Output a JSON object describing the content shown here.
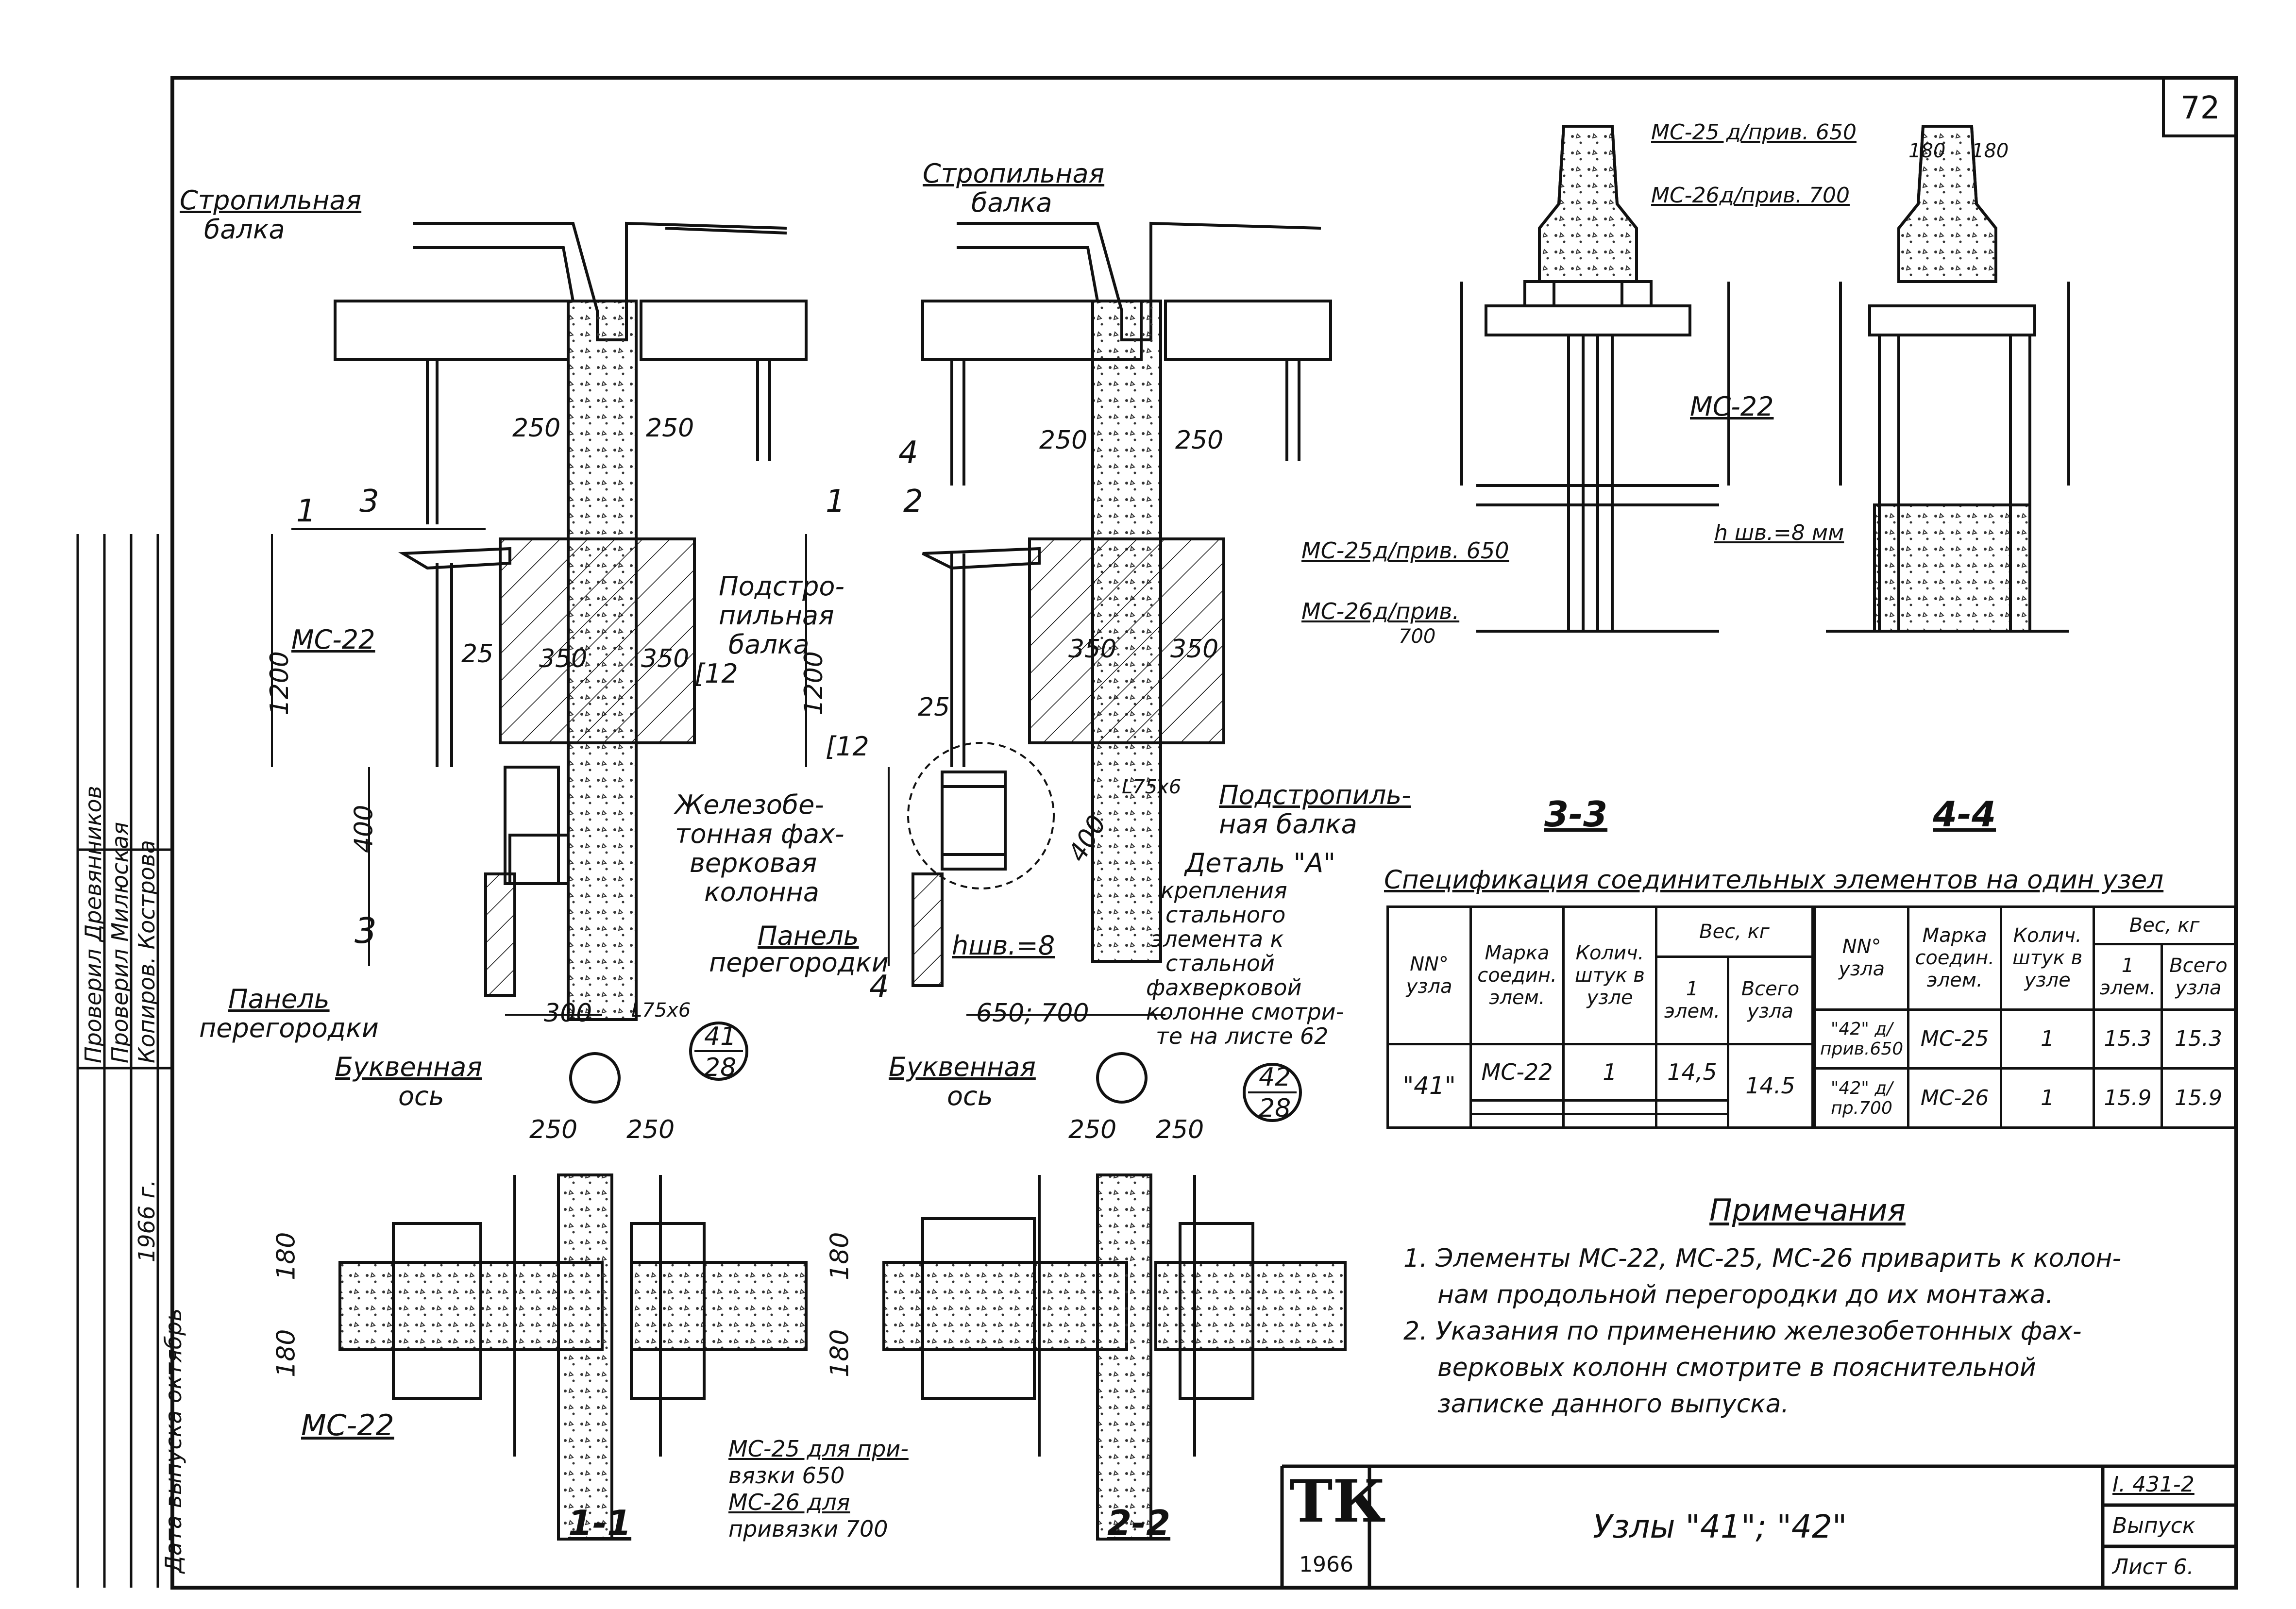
{
  "sheet_number": "72",
  "top_left": {
    "rafter_label_1": "Стропильная",
    "rafter_label_2": "балка",
    "sub_rafter_label_1": "Подстро-",
    "sub_rafter_label_2": "пильная",
    "sub_rafter_label_3": "балка",
    "rc_column_1": "Железобе-",
    "rc_column_2": "тонная фах-",
    "rc_column_3": "верковая",
    "rc_column_4": "колонна",
    "panel_1": "Панель",
    "panel_2": "перегородки",
    "axis_1": "Буквенная",
    "axis_2": "ось",
    "mark_mc22": "МС-22",
    "channel": "[12",
    "angle": "L75х6",
    "dim_250a": "250",
    "dim_250b": "250",
    "dim_350a": "350",
    "dim_350b": "350",
    "dim_25": "25",
    "dim_1200": "1200",
    "dim_400": "400",
    "dim_300": "300",
    "section_3": "3",
    "section_1": "1",
    "node_num": "41",
    "node_sheet": "28"
  },
  "top_mid": {
    "rafter_label_1": "Стропильная",
    "rafter_label_2": "балка",
    "sub_rafter_label_1": "Подстропиль-",
    "sub_rafter_label_2": "ная балка",
    "detail_1": "Деталь \"А\"",
    "detail_2": "крепления",
    "detail_3": "стального",
    "detail_4": "элемента к",
    "detail_5": "стальной",
    "detail_6": "фахверковой",
    "detail_7": "колонне смотри-",
    "detail_8": "те на листе 62",
    "panel_1": "Панель",
    "panel_2": "перегородки",
    "axis_1": "Буквенная",
    "axis_2": "ось",
    "weld": "hшв.=8",
    "channel": "[12",
    "angle": "L75х6",
    "dim_250a": "250",
    "dim_250b": "250",
    "dim_350a": "350",
    "dim_350b": "350",
    "dim_25": "25",
    "dim_1200": "1200",
    "dim_400": "400",
    "dim_650_700": "650; 700",
    "section_1": "1",
    "section_2": "2",
    "section_4": "4",
    "node_num": "42",
    "node_sheet": "28"
  },
  "top_right": {
    "mc25": "МС-25 д/прив. 650",
    "mc26": "МС-26д/прив. 700",
    "mc22": "МС-22",
    "mc25b": "МС-25д/прив. 650",
    "mc26b": "МС-26д/прив.",
    "mc26b_2": "700",
    "weld": "h шв.=8 мм",
    "dim_180a": "180",
    "dim_180b": "180",
    "section_33": "3-3",
    "section_44": "4-4"
  },
  "spec": {
    "title": "Спецификация соединительных элементов на один узел",
    "left_headers": {
      "node": "NN° узла",
      "mark": "Марка соедин. элем.",
      "qty": "Колич. штук в узле",
      "weight": "Вес, кг",
      "one": "1 элем.",
      "total": "Всего узла"
    },
    "left_rows": [
      {
        "node": "\"41\"",
        "mark": "МС-22",
        "qty": "1",
        "one": "14,5",
        "total": "14.5"
      }
    ],
    "right_headers": {
      "node": "NN° узла",
      "mark": "Марка соедин. элем.",
      "qty": "Колич. штук в узле",
      "weight": "Вес, кг",
      "one": "1 элем.",
      "total": "Всего узла"
    },
    "right_rows": [
      {
        "node": "\"42\" д/прив.650",
        "mark": "МС-25",
        "qty": "1",
        "one": "15.3",
        "total": "15.3"
      },
      {
        "node": "\"42\" д/пр.700",
        "mark": "МС-26",
        "qty": "1",
        "one": "15.9",
        "total": "15.9"
      }
    ]
  },
  "notes": {
    "title": "Примечания",
    "line1": "1. Элементы МС-22, МС-25, МС-26 приварить к колон-",
    "line2": "нам продольной перегородки до их монтажа.",
    "line3": "2. Указания по применению железобетонных фах-",
    "line4": "верковых колонн смотрите в пояснительной",
    "line5": "записке данного выпуска."
  },
  "bottom": {
    "mc22": "МС-22",
    "mc25_1": "МС-25 для при-",
    "mc25_2": "вязки 650",
    "mc26_1": "МС-26 для",
    "mc26_2": "привязки 700",
    "section_11": "1-1",
    "section_22": "2-2",
    "dim_250a": "250",
    "dim_250b": "250",
    "dim_250c": "250",
    "dim_250d": "250",
    "dim_180a": "180",
    "dim_180b": "180",
    "dim_180c": "180",
    "dim_180d": "180"
  },
  "title_block": {
    "logo": "ТК",
    "year": "1966",
    "title": "Узлы \"41\"; \"42\"",
    "series": "I. 431-2",
    "issue": "Выпуск",
    "sheet": "Лист 6."
  },
  "side_stamp": {
    "row1": "Проверил   Древянников",
    "row2": "Проверил   Милюская",
    "row3": "Копиров.   Кострова",
    "row4": "1966 г.",
    "row5": "Дата выпуска   октябрь"
  }
}
